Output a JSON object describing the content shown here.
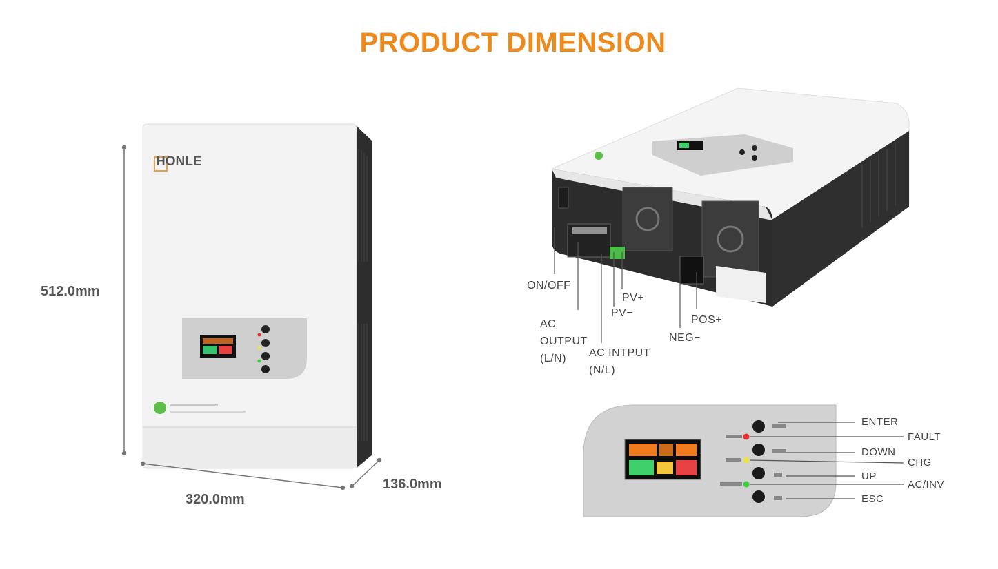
{
  "title": "PRODUCT DIMENSION",
  "brand": "HONLE",
  "dimensions": {
    "height": "512.0mm",
    "width": "320.0mm",
    "depth": "136.0mm"
  },
  "rear_callouts": {
    "on_off": "ON/OFF",
    "pv_plus": "PV+",
    "pv_minus": "PV−",
    "pos_plus": "POS+",
    "neg_minus": "NEG−",
    "ac_output": "AC",
    "ac_output_2": "OUTPUT",
    "ac_output_3": "(L/N)",
    "ac_input": "AC INTPUT",
    "ac_input_2": "(N/L)"
  },
  "panel_labels": {
    "enter": "ENTER",
    "fault": "FAULT",
    "down": "DOWN",
    "chg": "CHG",
    "up": "UP",
    "ac_inv": "AC/INV",
    "esc": "ESC"
  },
  "colors": {
    "title": "#ec8a1e",
    "fault_led": "#e53030",
    "chg_led": "#e8e34a",
    "ac_inv_led": "#3ccf3c"
  }
}
